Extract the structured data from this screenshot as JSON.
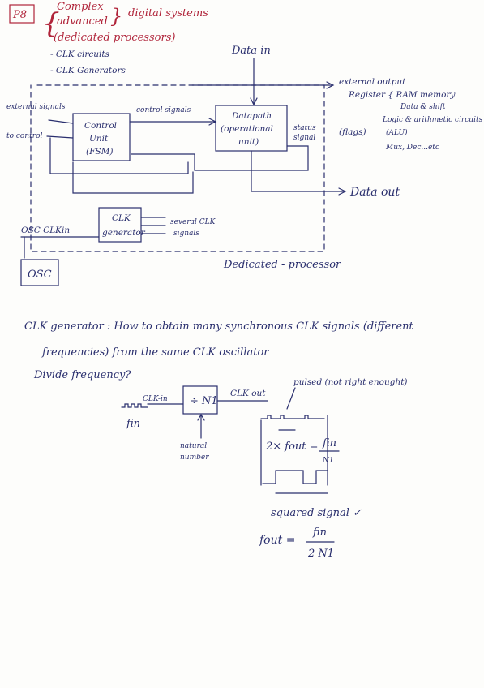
{
  "header": {
    "tag": "P8",
    "line1": "Complex",
    "line2": "advanced",
    "line3": "(dedicated processors)",
    "topic": "digital systems",
    "bullet1": "- CLK circuits",
    "bullet2": "- CLK Generators"
  },
  "diagram": {
    "data_in": "Data in",
    "external_output": "external output",
    "external_signals": "external signals",
    "to_control": "to control",
    "control_signals": "control signals",
    "control_unit": [
      "Control",
      "Unit",
      "(FSM)"
    ],
    "datapath": [
      "Datapath",
      "(operational",
      "unit)"
    ],
    "status_signal": [
      "status",
      "signal"
    ],
    "flags": "(flags)",
    "register_line": "Register { RAM memory",
    "data_shift": "Data & shift",
    "logic_arith": "Logic & arithmetic circuits",
    "alu": "(ALU)",
    "mux": "Mux, Dec...etc",
    "data_out": "Data out",
    "clk_gen": [
      "CLK",
      "generator"
    ],
    "several_clk": [
      "several CLK",
      "signals"
    ],
    "osc_clkin": "OSC CLKin",
    "osc": "OSC",
    "dedicated": "Dedicated - processor"
  },
  "notes": {
    "line1": "CLK generator : How to obtain many synchronous CLK signals (different",
    "line2": "frequencies) from the same CLK oscillator",
    "line3": "Divide frequency?",
    "clkin": "CLK-in",
    "fin": "fin",
    "divider": "÷ N1",
    "clkout": "CLK out",
    "natural": [
      "natural",
      "number"
    ],
    "pulsed": "pulsed (not right enought)",
    "formula1_left": "2× fout =",
    "formula1_num": "fin",
    "formula1_den": "N1",
    "squared": "squared signal ✓",
    "fout": "fout =",
    "fout_num": "fin",
    "fout_den": "2 N1"
  }
}
